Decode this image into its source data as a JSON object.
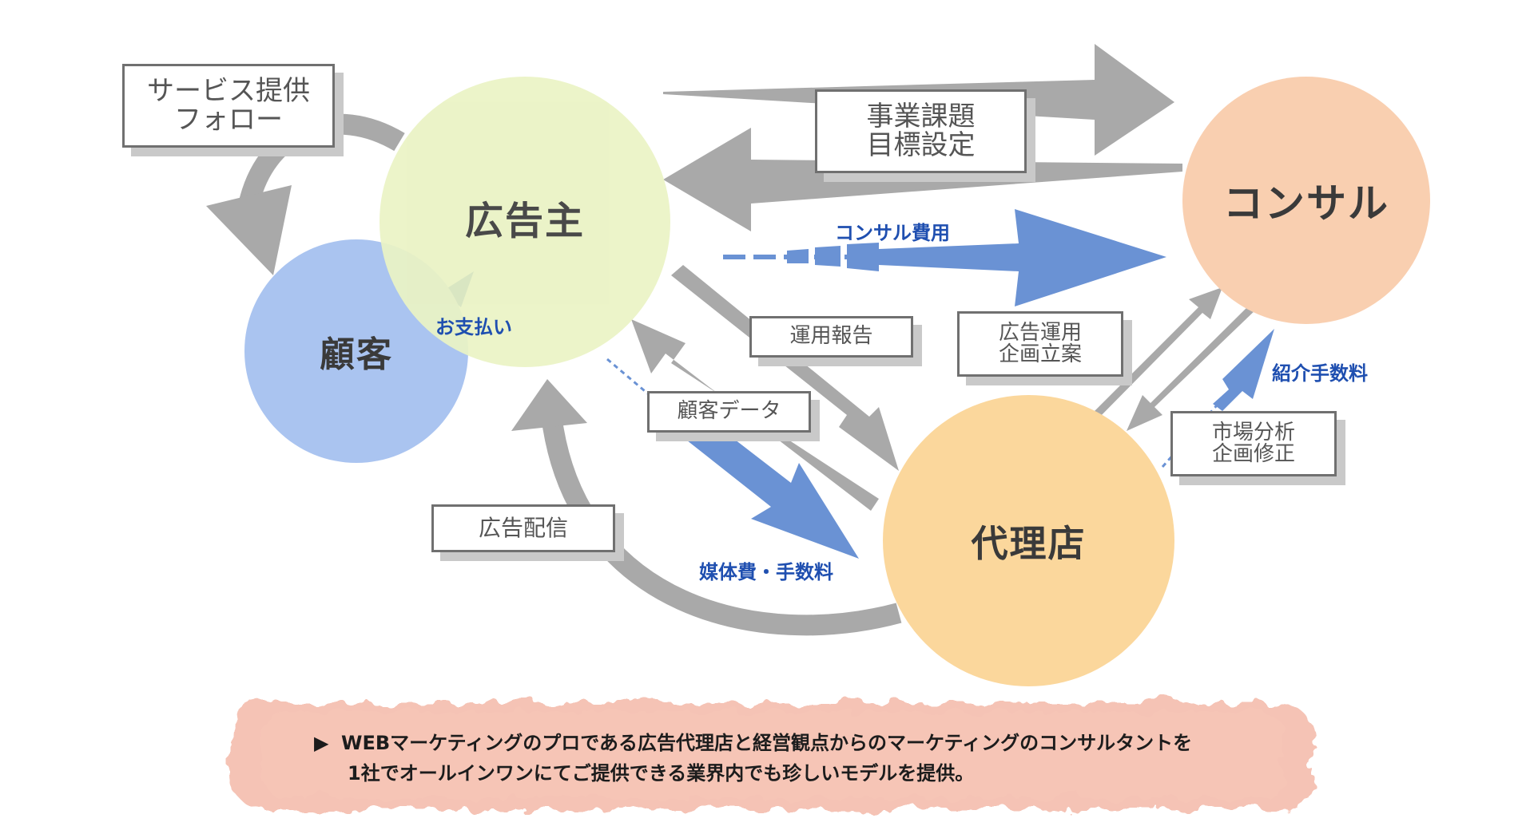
{
  "nodes": {
    "advertiser": {
      "label": "広告主",
      "color": "#eaf3c4"
    },
    "customer": {
      "label": "顧客",
      "color": "#aac4f0"
    },
    "consul": {
      "label": "コンサル",
      "color": "#f9cfb0"
    },
    "agency": {
      "label": "代理店",
      "color": "#fbd79c"
    }
  },
  "boxes": {
    "service_follow": [
      "サービス提供",
      "フォロー"
    ],
    "business_issues": [
      "事業課題",
      "目標設定"
    ],
    "operation_report": [
      "運用報告"
    ],
    "ad_planning": [
      "広告運用",
      "企画立案"
    ],
    "customer_data": [
      "顧客データ"
    ],
    "market_analysis": [
      "市場分析",
      "企画修正"
    ],
    "ad_delivery": [
      "広告配信"
    ]
  },
  "flow_labels": {
    "payment": "お支払い",
    "consul_fee": "コンサル費用",
    "intro_fee": "紹介手数料",
    "media_fee": "媒体費・手数料"
  },
  "banner": {
    "bullet": "▶",
    "line1": "WEBマーケティングのプロである広告代理店と経営観点からのマーケティングのコンサルタントを",
    "line2": "1社でオールインワンにてご提供できる業界内でも珍しいモデルを提供。",
    "color": "#f3b9a8"
  },
  "colors": {
    "gray_arrow": "#a9a9a9",
    "blue_arrow": "#6a92d4",
    "blue_text": "#1f4fb0"
  }
}
